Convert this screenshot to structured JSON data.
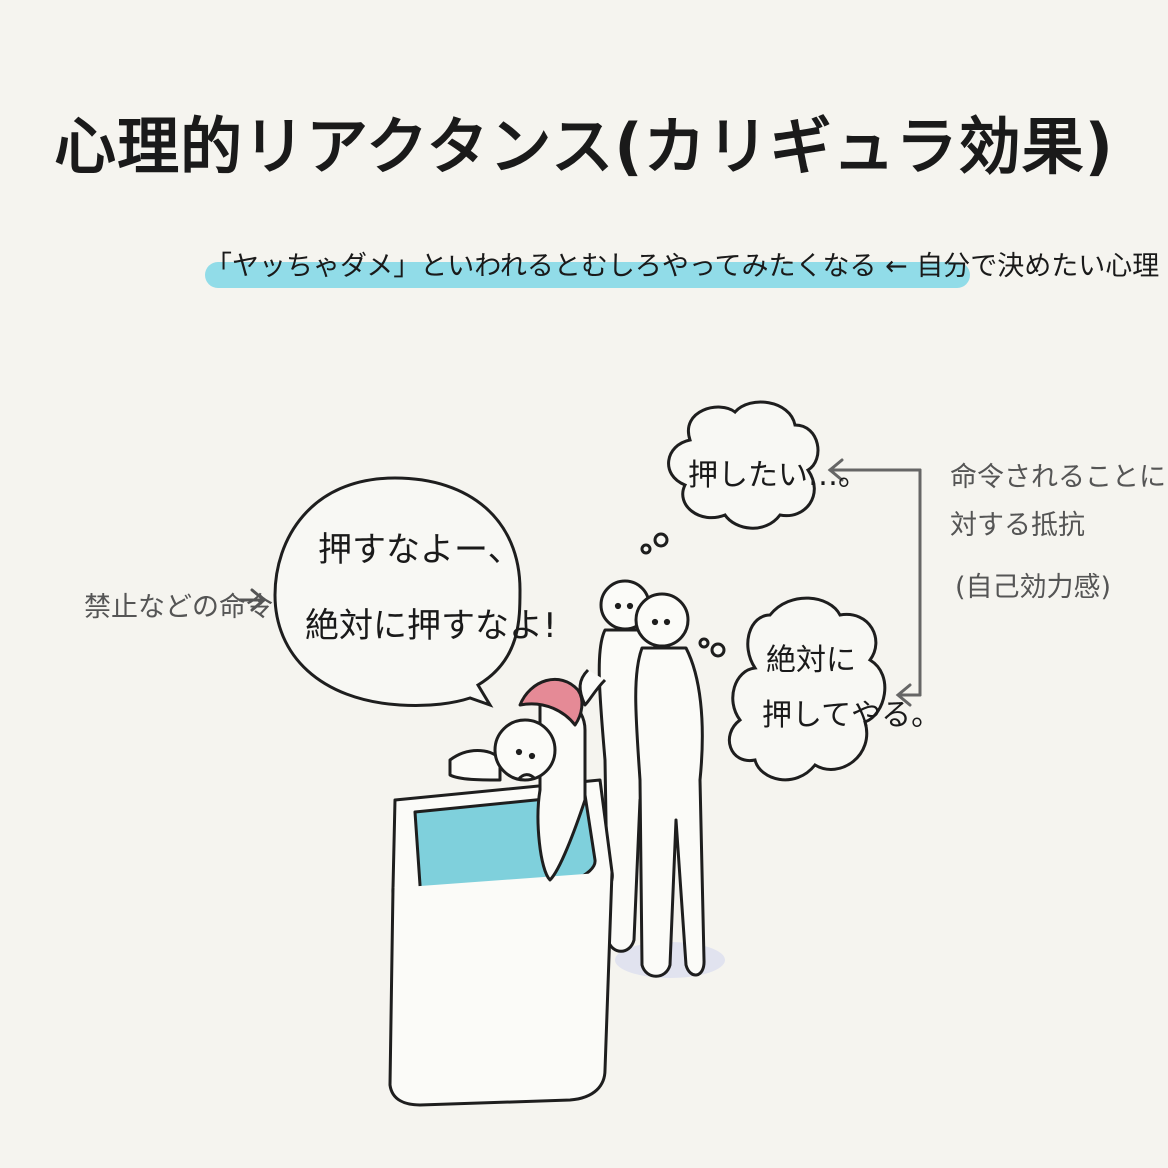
{
  "title": "心理的リアクタンス(カリギュラ効果)",
  "subtitle": "「ヤッちゃダメ」といわれるとむしろやってみたくなる ← 自分で決めたい心理",
  "left_label": "禁止などの命令",
  "right_label": {
    "line1": "命令されることに",
    "line2": "対する抵抗",
    "line3": "(自己効力感)"
  },
  "speech_bubble": {
    "line1": "押すなよー、",
    "line2": "絶対に押すなよ!"
  },
  "thought_top": "押したい…。",
  "thought_bottom": {
    "line1": "絶対に",
    "line2": "押してやる。"
  },
  "colors": {
    "background": "#f5f4ef",
    "highlight": "#7fd7e6",
    "water": "#7fd0dc",
    "cap": "#e58a96",
    "ink": "#1e1e1e",
    "gray_ink": "#666666"
  }
}
